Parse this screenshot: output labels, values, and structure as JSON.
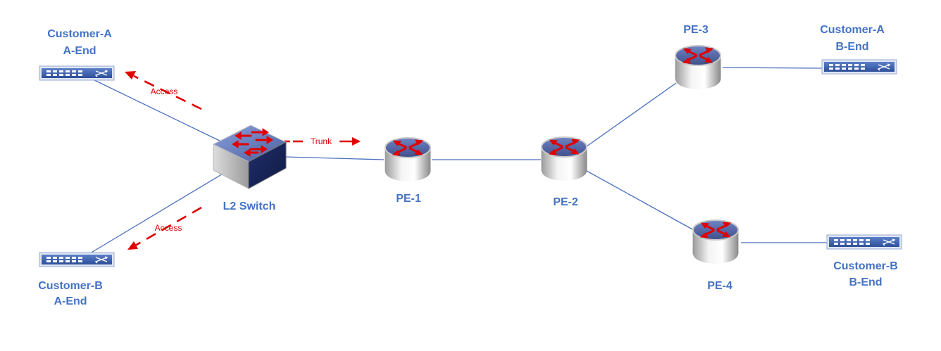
{
  "nodes": {
    "customer_a_a_end": {
      "line1": "Customer-A",
      "line2": "A-End"
    },
    "customer_b_a_end": {
      "line1": "Customer-B",
      "line2": "A-End"
    },
    "l2_switch": {
      "label": "L2 Switch"
    },
    "pe1": {
      "label": "PE-1"
    },
    "pe2": {
      "label": "PE-2"
    },
    "pe3": {
      "label": "PE-3"
    },
    "pe4": {
      "label": "PE-4"
    },
    "customer_a_b_end": {
      "line1": "Customer-A",
      "line2": "B-End"
    },
    "customer_b_b_end": {
      "line1": "Customer-B",
      "line2": "B-End"
    }
  },
  "links": {
    "access_top": "Access",
    "access_bottom": "Access",
    "trunk": "Trunk"
  },
  "colors": {
    "label_blue": "#4472C4",
    "link_blue": "#4a6fbd",
    "annotation_red": "#e00000"
  },
  "icons": {
    "customer_device": "switch-panel-icon",
    "l2_switch": "layer2-switch-icon",
    "router": "router-icon"
  }
}
